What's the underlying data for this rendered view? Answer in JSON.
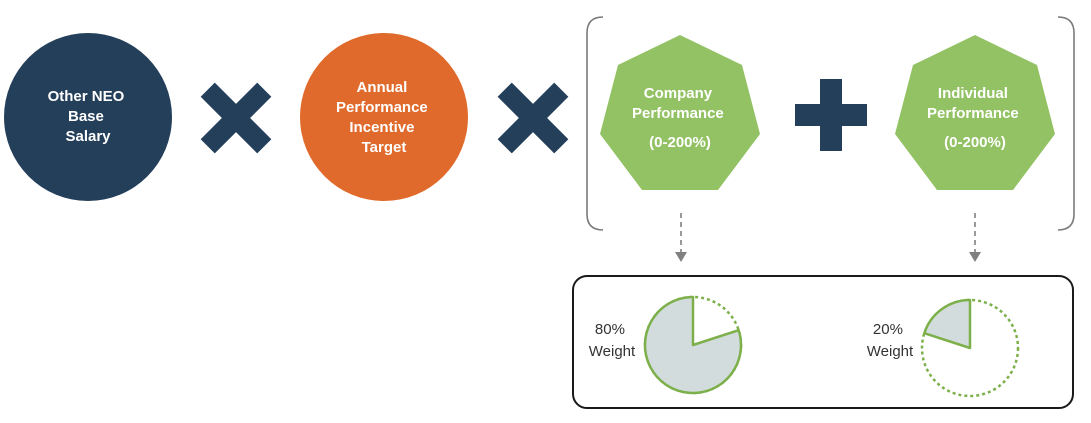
{
  "colors": {
    "navy": "#243F5A",
    "orange": "#E06A2B",
    "green": "#93C264",
    "green_stroke": "#7DB04B",
    "pie_fill": "#D3DCDC",
    "bracket": "#7A7A7A",
    "arrow": "#808080",
    "box_border": "#1A1A1A",
    "text_light": "#FFFFFF",
    "text_dark": "#333333"
  },
  "base_salary": {
    "lines": [
      "Other NEO",
      "Base",
      "Salary"
    ]
  },
  "multiply_1": {
    "icon": "multiply-icon"
  },
  "incentive_target": {
    "lines": [
      "Annual",
      "Performance",
      "Incentive",
      "Target"
    ]
  },
  "multiply_2": {
    "icon": "multiply-icon"
  },
  "company_performance": {
    "lines": [
      "Company",
      "Performance"
    ],
    "range": "(0-200%)"
  },
  "plus": {
    "icon": "plus-icon"
  },
  "individual_performance": {
    "lines": [
      "Individual",
      "Performance"
    ],
    "range": "(0-200%)"
  },
  "weights": [
    {
      "percent_label": "80%",
      "weight_label": "Weight",
      "value": 80
    },
    {
      "percent_label": "20%",
      "weight_label": "Weight",
      "value": 20
    }
  ]
}
